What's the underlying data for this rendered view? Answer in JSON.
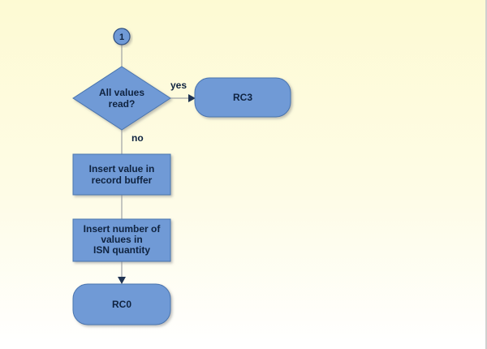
{
  "connector": {
    "label": "1"
  },
  "decision": {
    "lines": [
      "All values",
      "read?"
    ]
  },
  "yes_label": "yes",
  "no_label": "no",
  "rc3": {
    "label": "RC3"
  },
  "step1": {
    "lines": [
      "Insert value in",
      "record buffer"
    ]
  },
  "step2": {
    "lines": [
      "Insert number of",
      "values in",
      "ISN quantity"
    ]
  },
  "rc0": {
    "label": "RC0"
  },
  "colors": {
    "box_fill": "#6f9ad6",
    "box_border": "#4a74ae",
    "text": "#0f2340",
    "line": "#8a8f99",
    "background_top": "#fdfad3"
  }
}
